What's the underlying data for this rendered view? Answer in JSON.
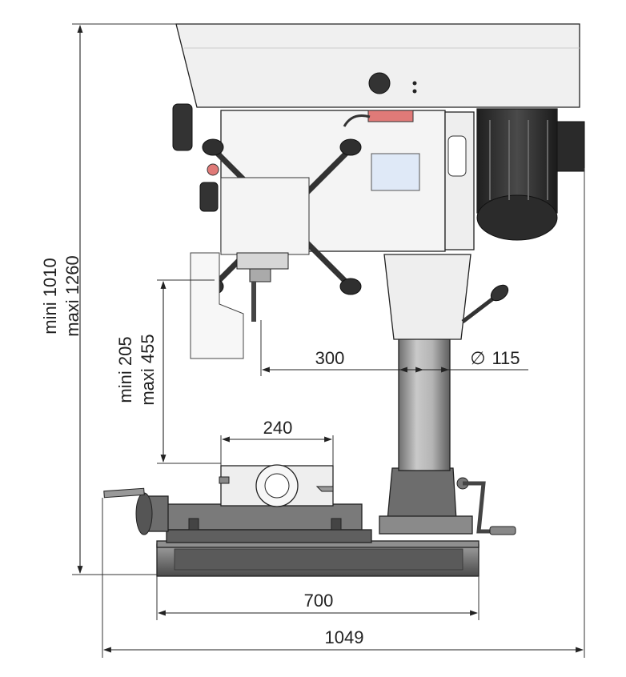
{
  "dimensions": {
    "overall_width": "1049",
    "base_width": "700",
    "table_width": "240",
    "throat_depth": "300",
    "column_diameter_symbol": "∅",
    "column_diameter": "115",
    "height_min": "mini 1010",
    "height_max": "maxi 1260",
    "spindle_table_min": "mini 205",
    "spindle_table_max": "maxi 455"
  },
  "colors": {
    "line": "#222222",
    "machine_light": "#f2f2f2",
    "machine_gray": "#8a8a8a",
    "machine_dark": "#3a3a3a",
    "motor": "#2e2e2e",
    "column": "#9a9a9a",
    "label_blue": "#dfe9f7",
    "switch_red": "#e07a78"
  }
}
